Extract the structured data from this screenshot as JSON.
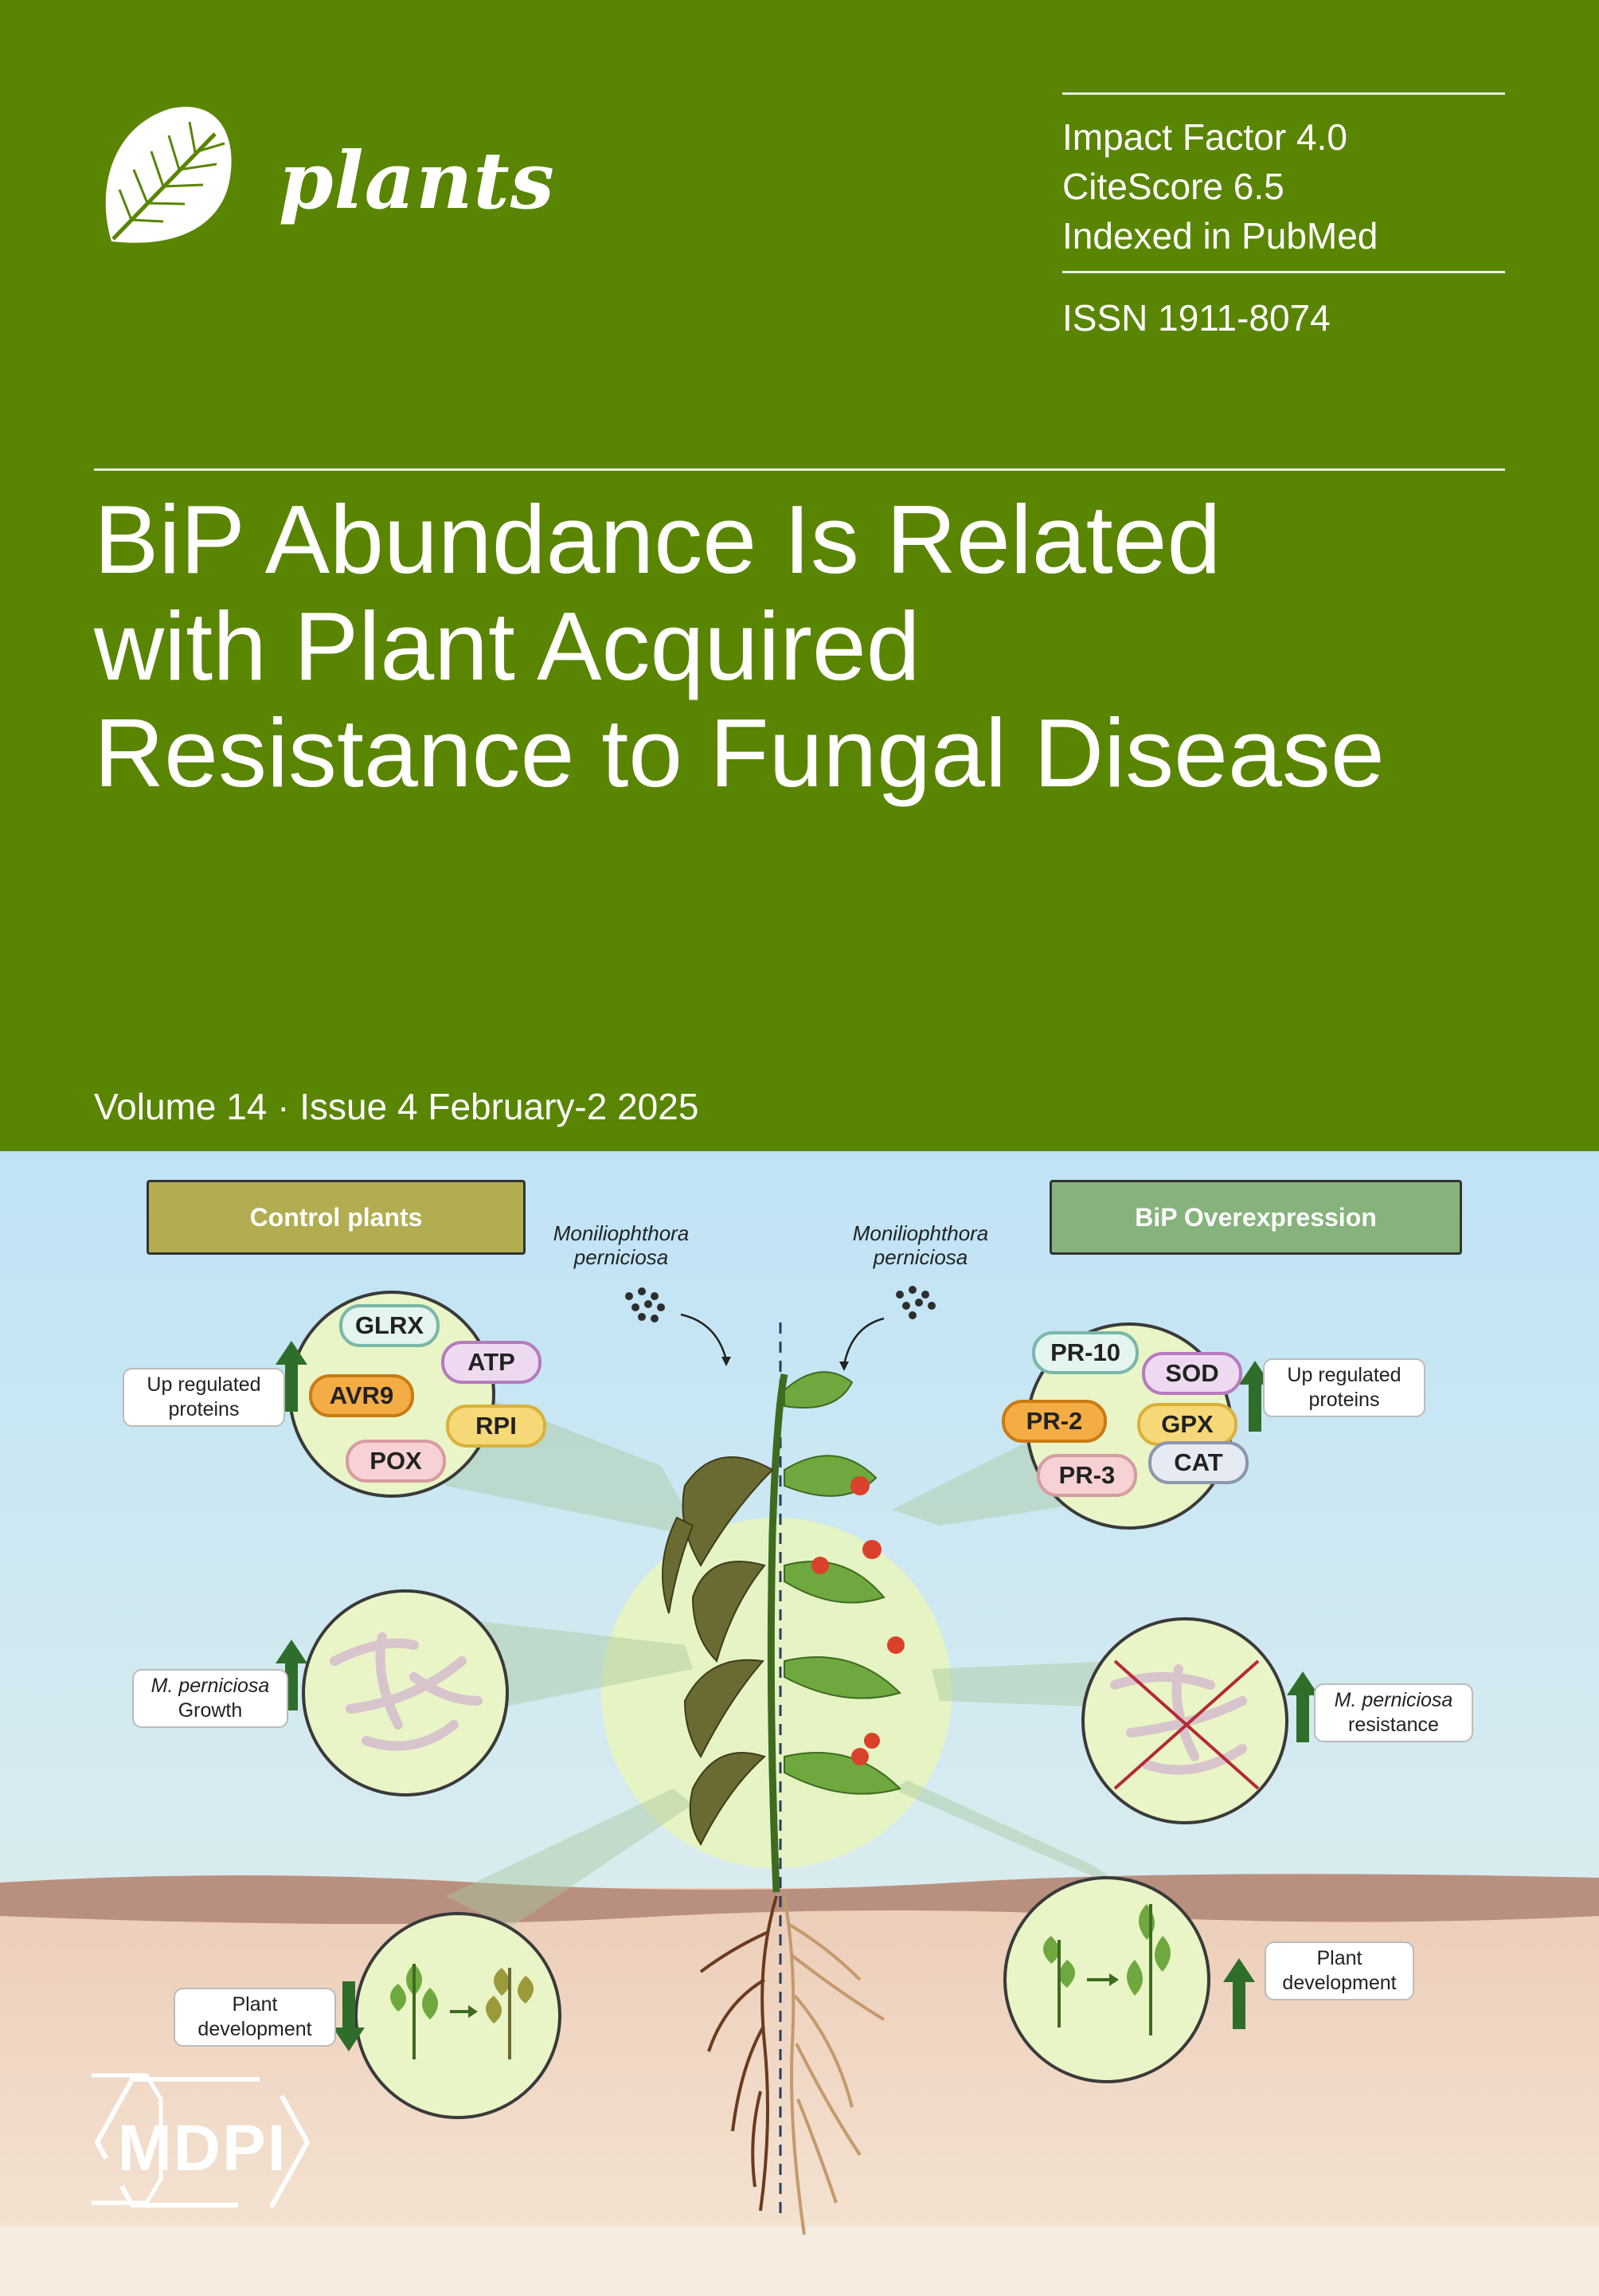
{
  "journal": {
    "name": "plants"
  },
  "metrics": {
    "impact_factor": "Impact Factor 4.0",
    "citescore": "CiteScore 6.5",
    "indexed": "Indexed in PubMed",
    "issn": "ISSN 1911-8074"
  },
  "article": {
    "title_lines": [
      "BiP Abundance Is Related",
      "with Plant Acquired",
      "Resistance to Fungal Disease"
    ]
  },
  "issue": {
    "line": "Volume 14 · Issue 4 February-2 2025"
  },
  "illustration": {
    "left_header": "Control plants",
    "right_header": "BiP Overexpression",
    "species_left": [
      "Moniliophthora",
      "perniciosa"
    ],
    "species_right": [
      "Moniliophthora",
      "perniciosa"
    ],
    "left_upregulated": [
      "Up regulated",
      "proteins"
    ],
    "right_upregulated": [
      "Up regulated",
      "proteins"
    ],
    "left_proteins": [
      "GLRX",
      "ATP",
      "AVR9",
      "RPI",
      "POX"
    ],
    "right_proteins": [
      "PR-10",
      "SOD",
      "PR-2",
      "GPX",
      "PR-3",
      "CAT"
    ],
    "left_growth": [
      "M. perniciosa",
      "Growth"
    ],
    "right_resistance": [
      "M. perniciosa",
      "resistance"
    ],
    "left_development": [
      "Plant",
      "development"
    ],
    "right_development": [
      "Plant",
      "development"
    ]
  },
  "publisher": {
    "name": "MDPI"
  },
  "colors": {
    "header_green": "#5a8503",
    "left_header_bg": "#b2ad50",
    "right_header_bg": "#86b37c",
    "sky_top": "#bfe3f5",
    "soil_band": "#b99080"
  }
}
